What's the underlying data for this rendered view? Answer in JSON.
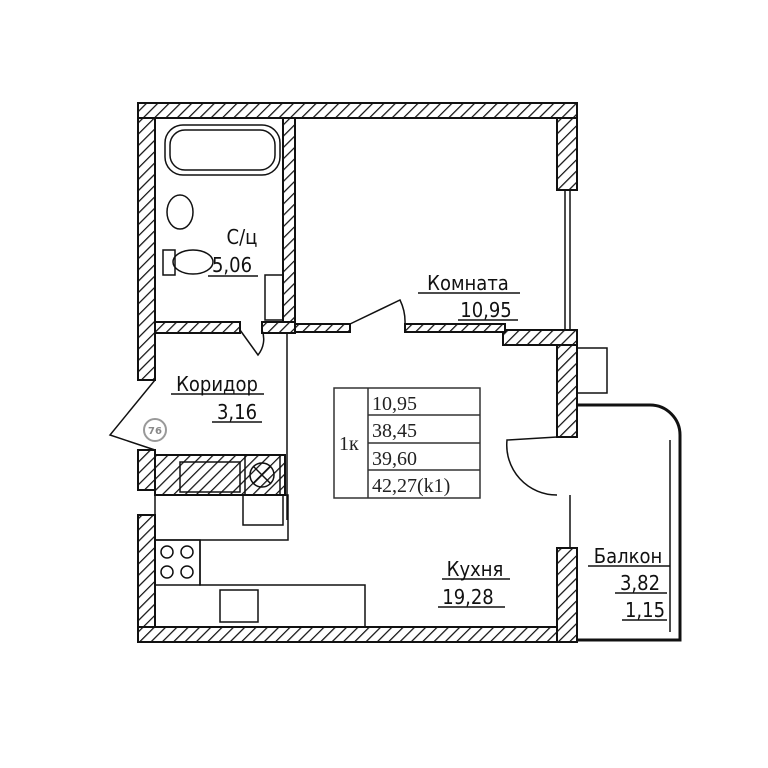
{
  "rooms": {
    "bathroom": {
      "name": "С/ц",
      "area": "5,06"
    },
    "room": {
      "name": "Комната",
      "area": "10,95"
    },
    "corridor": {
      "name": "Коридор",
      "area": "3,16"
    },
    "kitchen": {
      "name": "Кухня",
      "area": "19,28"
    },
    "balcony": {
      "name": "Балкон",
      "area": "3,82",
      "area_reduced": "1,15"
    }
  },
  "summary": {
    "type": "1к",
    "living_area": "10,95",
    "total_area": "38,45",
    "area_with_balcony": "39,60",
    "area_k1": "42,27(k1)"
  },
  "marker": "76"
}
